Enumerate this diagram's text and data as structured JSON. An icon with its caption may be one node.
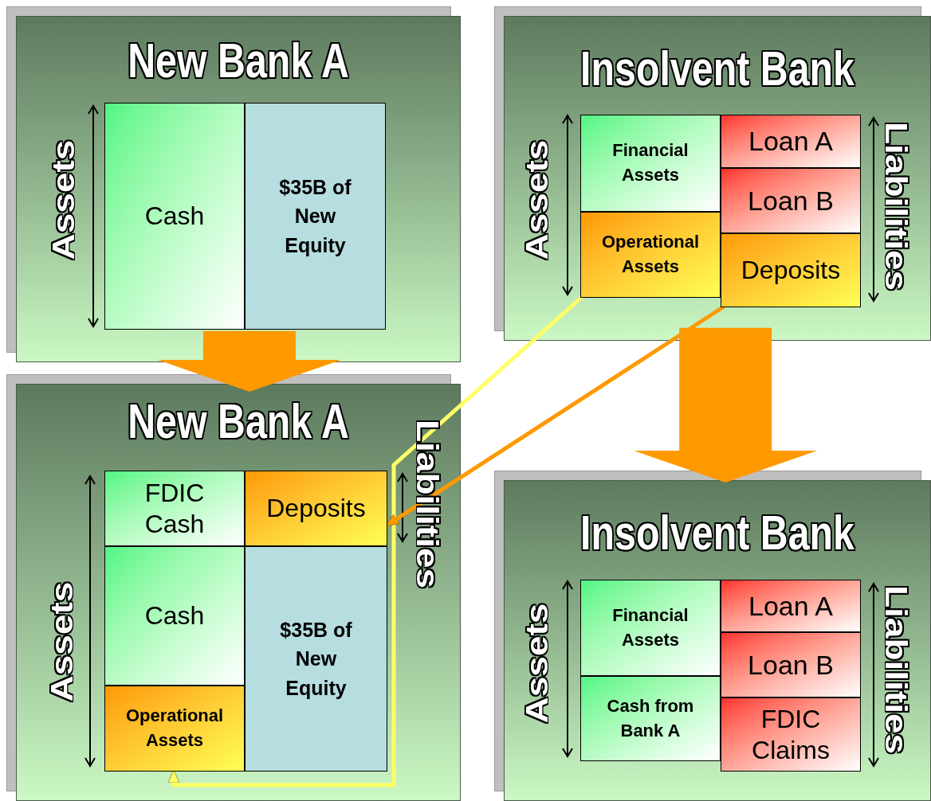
{
  "diagram": {
    "nodes": [
      {
        "text": [
          "New Bank A",
          "Assets"
        ]
      },
      {
        "text": [
          "Cash"
        ],
        "in": 0
      },
      {
        "text": [
          "$35B of New Equity"
        ],
        "in": 0
      },
      {
        "text": [
          "Insolvent Bank",
          "Assets",
          "Liabilities"
        ]
      },
      {
        "text": [
          "Financial Assets"
        ],
        "in": 3
      },
      {
        "text": [
          "Operational Assets"
        ],
        "in": 3
      },
      {
        "text": [
          "Loan A"
        ],
        "in": 3
      },
      {
        "text": [
          "Loan B"
        ],
        "in": 3
      },
      {
        "text": [
          "Deposits"
        ],
        "in": 3
      },
      {
        "text": [
          "New Bank A",
          "Liabilities",
          "Assets"
        ]
      },
      {
        "text": [
          "FDIC Cash"
        ],
        "in": 9
      },
      {
        "text": [
          "Deposits"
        ],
        "in": 9
      },
      {
        "text": [
          "Cash"
        ],
        "in": 9
      },
      {
        "text": [
          "$35B of New Equity"
        ],
        "in": 9
      },
      {
        "text": [
          "Operational Assets"
        ],
        "in": 9
      },
      {
        "text": [
          "Insolvent Bank",
          "Assets",
          "Liabilities"
        ]
      },
      {
        "text": [
          "Financial Assets"
        ],
        "in": 15
      },
      {
        "text": [
          "Cash from Bank A"
        ],
        "in": 15
      },
      {
        "text": [
          "Loan A"
        ],
        "in": 15
      },
      {
        "text": [
          "Loan B"
        ],
        "in": 15
      },
      {
        "text": [
          "FDIC Claims"
        ],
        "in": 15
      }
    ],
    "edges": [
      {
        "from": 0,
        "to": 9,
        "arrow": "to",
        "style": "thick",
        "color": "#ff9900"
      },
      {
        "from": 3,
        "to": 15,
        "arrow": "to",
        "style": "thick",
        "color": "#ff9900"
      },
      {
        "from": 5,
        "to": 14,
        "arrow": "to",
        "color": "#ffff66"
      },
      {
        "from": 8,
        "to": 11,
        "arrow": "to",
        "color": "#ff9900"
      }
    ]
  }
}
